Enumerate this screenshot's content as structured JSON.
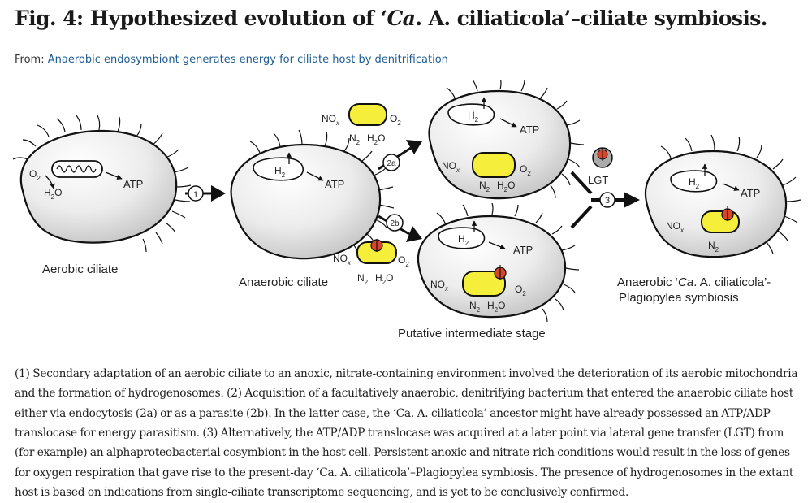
{
  "header": {
    "title_prefix": "Fig. 4: Hypothesized evolution of ‘",
    "title_ital": "Ca",
    "title_suffix": ". A. ciliaticola’–ciliate symbiosis.",
    "from_label": "From:",
    "from_link": "Anaerobic endosymbiont generates energy for ciliate host by denitrification"
  },
  "figure": {
    "cell_labels": {
      "aerobic": "Aerobic ciliate",
      "anaerobic": "Anaerobic ciliate",
      "intermediate": "Putative intermediate stage",
      "symbiosis_line1_a": "Anaerobic ‘",
      "symbiosis_line1_b": "Ca",
      "symbiosis_line1_c": ". A. ciliaticola’-",
      "symbiosis_line2": "Plagiopylea symbiosis"
    },
    "steps": {
      "s1": "1",
      "s2a": "2a",
      "s2b": "2b",
      "s3": "3"
    },
    "lgt": "LGT",
    "chem": {
      "atp": "ATP",
      "h2": "H",
      "two": "2",
      "o2": "O",
      "h2o_a": "H",
      "h2o_b": "O",
      "no": "NO",
      "x": "x",
      "n2": "N"
    }
  },
  "caption": {
    "text": "(1) Secondary adaptation of an aerobic ciliate to an anoxic, nitrate-containing environment involved the deterioration of its aerobic mitochondria and the formation of hydrogenosomes. (2) Acquisition of a facultatively anaerobic, denitrifying bacterium that entered the anaerobic ciliate host either via endocytosis (2a) or as a parasite (2b). In the latter case, the ‘Ca. A. ciliaticola’ ancestor might have already possessed an ATP/ADP translocase for energy parasitism. (3) Alternatively, the ATP/ADP translocase was acquired at a later point via lateral gene transfer (LGT) from (for example) an alphaproteobacterial cosymbiont in the host cell. Persistent anoxic and nitrate-rich conditions would result in the loss of genes for oxygen respiration that gave rise to the present-day ‘Ca. A. ciliaticola’–Plagiopylea symbiosis. The presence of hydrogenosomes in the extant host is based on indications from single-ciliate transcriptome sequencing, and is yet to be conclusively confirmed."
  },
  "colors": {
    "link": "#1f5c93",
    "symbiont_yellow": "#f5ee3a",
    "cell_fill": "#dedede",
    "translocase_red": "#d9452b"
  }
}
